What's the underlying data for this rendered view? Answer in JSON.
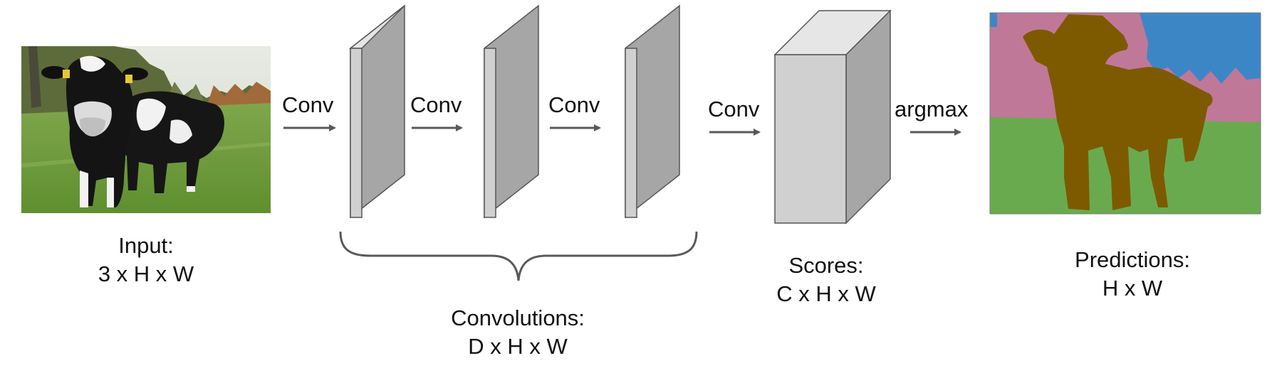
{
  "stages": {
    "input": {
      "title": "Input:",
      "dims": "3 x H x W"
    },
    "convolutions": {
      "title": "Convolutions:",
      "dims": "D x H x W"
    },
    "scores": {
      "title": "Scores:",
      "dims": "C x H x W"
    },
    "predictions": {
      "title": "Predictions:",
      "dims": "H x W"
    }
  },
  "ops": {
    "conv_1": "Conv",
    "conv_2": "Conv",
    "conv_3": "Conv",
    "conv_4": "Conv",
    "argmax": "argmax"
  },
  "colors": {
    "arrow": "#595959",
    "block_front": "#d0d0d0",
    "block_side": "#a6a6a6",
    "block_top": "#e6e6e6",
    "block_edge": "#555555",
    "brace": "#595959",
    "seg_cow": "#7d5a00",
    "seg_grass": "#6aaa4f",
    "seg_building": "#c07898",
    "seg_tree": "#3d86c6"
  },
  "images": {
    "input_photo": "photo of two black-and-white cows standing on grass",
    "prediction_map": "segmentation map: cow, grass, building, tree"
  }
}
